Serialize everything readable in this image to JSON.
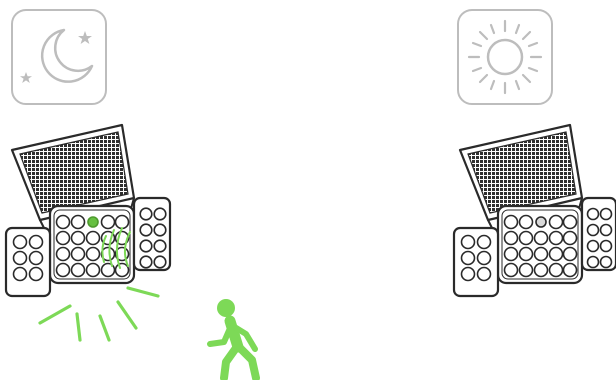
{
  "scene": {
    "left_panel": {
      "mode_icon": "moon-stars-icon",
      "light_state": "on",
      "motion": "detected",
      "person_icon": "walking-person-icon"
    },
    "right_panel": {
      "mode_icon": "sun-icon",
      "light_state": "off"
    }
  },
  "colors": {
    "icon_stroke": "#bdbdbd",
    "device_outline": "#2a2a2a",
    "solar_cell": "#2f2f2f",
    "active_green": "#7dd957"
  }
}
